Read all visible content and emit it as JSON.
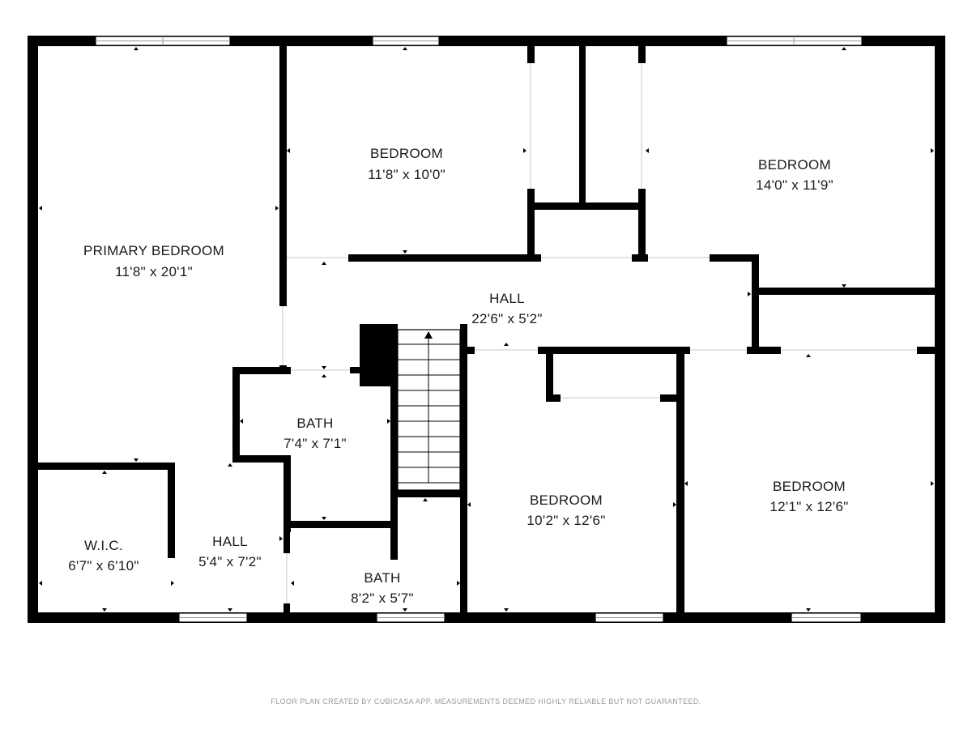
{
  "rooms": [
    {
      "id": "primary-bedroom",
      "name": "PRIMARY BEDROOM",
      "dims": "11'8\" x 20'1\""
    },
    {
      "id": "bedroom-1",
      "name": "BEDROOM",
      "dims": "11'8\" x 10'0\""
    },
    {
      "id": "bedroom-2",
      "name": "BEDROOM",
      "dims": "14'0\" x 11'9\""
    },
    {
      "id": "hall-main",
      "name": "HALL",
      "dims": "22'6\" x 5'2\""
    },
    {
      "id": "bath-1",
      "name": "BATH",
      "dims": "7'4\" x 7'1\""
    },
    {
      "id": "bedroom-3",
      "name": "BEDROOM",
      "dims": "10'2\" x 12'6\""
    },
    {
      "id": "bedroom-4",
      "name": "BEDROOM",
      "dims": "12'1\" x 12'6\""
    },
    {
      "id": "wic",
      "name": "W.I.C.",
      "dims": "6'7\" x 6'10\""
    },
    {
      "id": "hall-small",
      "name": "HALL",
      "dims": "5'4\" x 7'2\""
    },
    {
      "id": "bath-2",
      "name": "BATH",
      "dims": "8'2\" x 5'7\""
    }
  ],
  "footer": "FLOOR PLAN CREATED BY CUBICASA APP. MEASUREMENTS DEEMED HIGHLY RELIABLE BUT NOT GUARANTEED.",
  "colors": {
    "wall": "#000000",
    "background": "#ffffff",
    "footer_text": "#9a9a9a"
  }
}
